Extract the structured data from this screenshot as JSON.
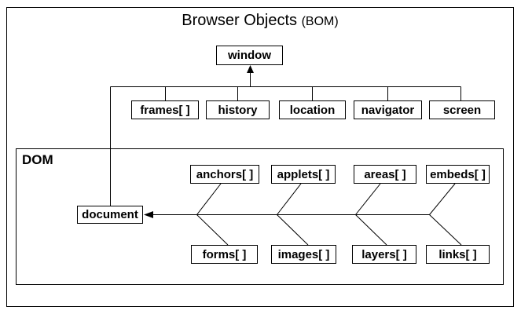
{
  "title": {
    "main": "Browser Objects",
    "suffix": "(BOM)"
  },
  "bom": {
    "root": "window",
    "children": [
      "frames[ ]",
      "history",
      "location",
      "navigator",
      "screen"
    ]
  },
  "dom": {
    "label": "DOM",
    "root": "document",
    "top_row": [
      "anchors[ ]",
      "applets[ ]",
      "areas[ ]",
      "embeds[ ]"
    ],
    "bottom_row": [
      "forms[ ]",
      "images[ ]",
      "layers[ ]",
      "links[ ]"
    ]
  },
  "colors": {
    "line": "#000000",
    "background": "#ffffff",
    "text": "#000000"
  }
}
